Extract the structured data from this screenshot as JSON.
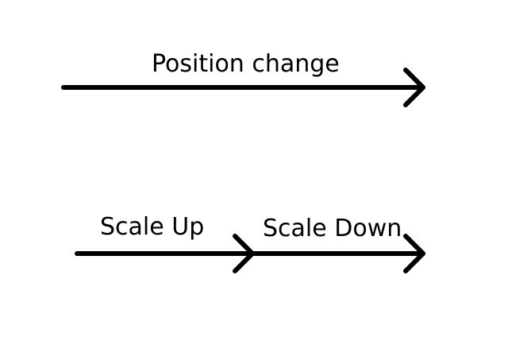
{
  "diagram": {
    "labels": {
      "position_change": "Position change",
      "scale_up": "Scale Up",
      "scale_down": "Scale Down"
    },
    "arrows": [
      {
        "name": "position-change-arrow"
      },
      {
        "name": "scale-up-arrow"
      },
      {
        "name": "scale-down-arrow"
      }
    ],
    "colors": {
      "stroke": "#000000",
      "background": "#ffffff"
    }
  }
}
